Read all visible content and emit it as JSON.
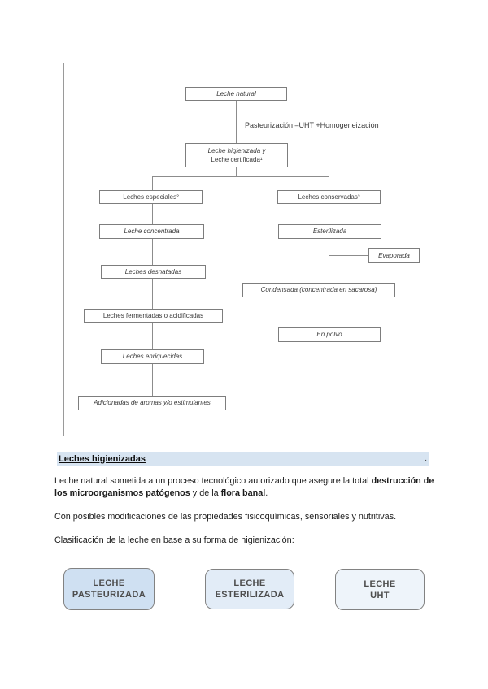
{
  "diagram": {
    "edge_label": "Pasteurización –UHT +Homogeneización",
    "nodes": {
      "natural": "Leche natural",
      "higienizada_line1": "Leche higienizada y",
      "higienizada_line2": "Leche certificada¹",
      "especiales": "Leches especiales²",
      "conservadas": "Leches conservadas³",
      "concentrada": "Leche concentrada",
      "esterilizada": "Esterilizada",
      "evaporada": "Evaporada",
      "desnatadas": "Leches desnatadas",
      "condensada": "Condensada (concentrada en sacarosa)",
      "fermentadas": "Leches fermentadas o acidificadas",
      "en_polvo": "En polvo",
      "enriquecidas": "Leches enriquecidas",
      "adicionadas": "Adicionadas de aromas y/o estimulantes"
    }
  },
  "section": {
    "heading": "Leches higienizadas",
    "heading_period": ".",
    "intro": {
      "text1": "Leche natural sometida a un proceso tecnológico autorizado que asegure la total ",
      "bold1": "destrucción de los microorganismos patógenos",
      "text2": " y de la ",
      "bold2": "flora banal",
      "text3": "."
    },
    "modifications": "Con posibles modificaciones de las propiedades fisicoquímicas, sensoriales y nutritivas.",
    "classification_intro": "Clasificación de la leche en base a su forma de higienización:"
  },
  "buttons": [
    {
      "line1": "LECHE",
      "line2": "PASTEURIZADA",
      "fill": "#cfe0f2"
    },
    {
      "line1": "LECHE",
      "line2": "ESTERILIZADA",
      "fill": "#e2ecf7"
    },
    {
      "line1": "LECHE",
      "line2": "UHT",
      "fill": "#eef4fa"
    }
  ],
  "colors": {
    "heading_bar": "#d7e4f1",
    "button_border": "#828282",
    "button_text": "#4d4d4d",
    "diagram_line": "#8c8c8c",
    "diagram_box_border": "#7d7d7d"
  }
}
